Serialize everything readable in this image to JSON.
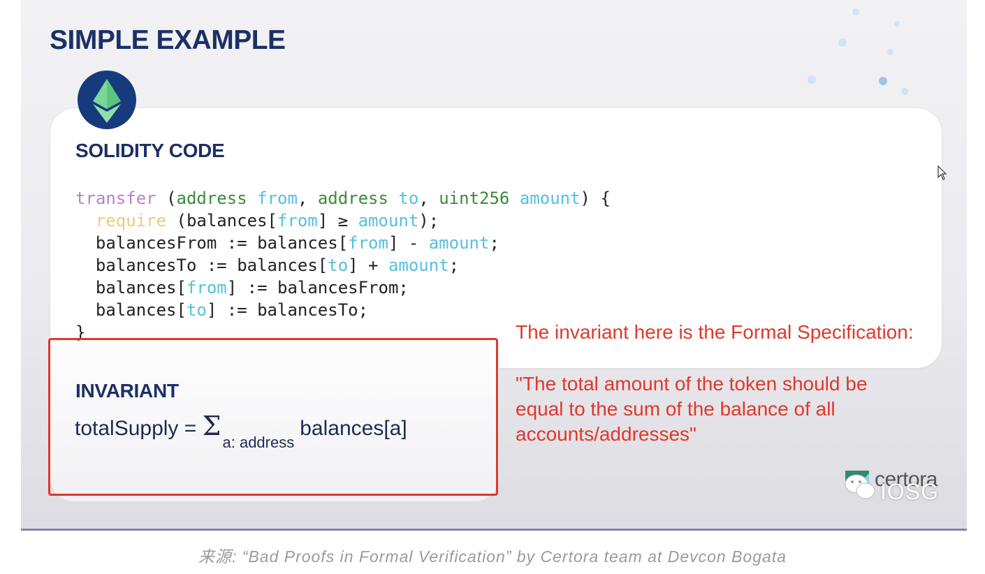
{
  "slide": {
    "title": "SIMPLE EXAMPLE",
    "code_heading": "SOLIDITY CODE",
    "code": {
      "l1_fn": "transfer",
      "l1_open": " (",
      "l1_type1": "address",
      "l1_param1": "from",
      "l1_sep1": ", ",
      "l1_type2": "address",
      "l1_param2": "to",
      "l1_sep2": ", ",
      "l1_type3": "uint256",
      "l1_param3": "amount",
      "l1_close": ") {",
      "l2_kw": "require",
      "l2_a": " (balances[",
      "l2_v1": "from",
      "l2_b": "] ≥ ",
      "l2_v2": "amount",
      "l2_c": ");",
      "l3_a": "balancesFrom := balances[",
      "l3_v1": "from",
      "l3_b": "] - ",
      "l3_v2": "amount",
      "l3_c": ";",
      "l4_a": "balancesTo := balances[",
      "l4_v1": "to",
      "l4_b": "] + ",
      "l4_v2": "amount",
      "l4_c": ";",
      "l5_a": "balances[",
      "l5_v1": "from",
      "l5_b": "] := balancesFrom;",
      "l6_a": "balances[",
      "l6_v1": "to",
      "l6_b": "] := balancesTo;",
      "l7": "}"
    },
    "invariant_heading": "INVARIANT",
    "formula": {
      "lhs": "totalSupply = ",
      "sigma": "Σ",
      "subscript": "a: address",
      "rhs": "balances[a]"
    },
    "brand": "certora",
    "watermark": "IOSG"
  },
  "annotation": {
    "line1": "The invariant here is the Formal Specification:",
    "line2": "\"The total amount of the token should be",
    "line3": "equal to the sum of the balance of all",
    "line4": "accounts/addresses\""
  },
  "caption": "来源: “Bad Proofs in Formal Verification” by Certora team at Devcon Bogata",
  "colors": {
    "title": "#1b3066",
    "annotation_red": "#e0382a",
    "keyword": "#b584c7",
    "type": "#3a8a3a",
    "variable": "#55bfe0",
    "require": "#f0c97a"
  },
  "icons": [
    "ethereum-logo-icon",
    "mouse-cursor-icon",
    "certora-logo-icon",
    "wechat-icon"
  ]
}
